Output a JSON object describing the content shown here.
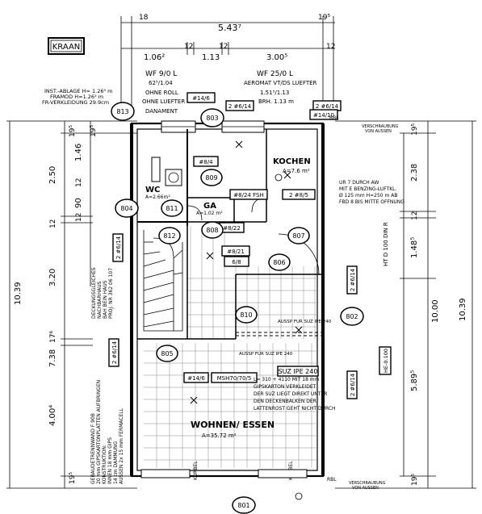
{
  "title_box": "KRAAN",
  "dims_top": {
    "row1": [
      "18",
      "5.43⁷",
      "19⁵"
    ],
    "row2": [
      "1.06²",
      "12",
      "1.13",
      "12",
      "3.00⁵",
      "12"
    ]
  },
  "left_dims": {
    "outer": "10.39",
    "inner_a": [
      "19⁵",
      "2.50",
      "12",
      "3.20",
      "17⁶",
      "7.38",
      "4.00⁴",
      "19⁵"
    ],
    "inner_b": [
      "19⁵",
      "1.46",
      "12",
      "90",
      "12"
    ]
  },
  "right_dims": {
    "outer": "10.39",
    "inner_a": [
      "19⁵",
      "2.38",
      "12",
      "1.48⁵",
      "10.00",
      "5.89⁵",
      "19⁵"
    ]
  },
  "notes_left": [
    "INST.-ABLAGE H= 1.26⁵ m",
    "FRAMOD H=1.26⁵ m",
    "FR-VERKLEIDUNG 29.9cm"
  ],
  "wf_left": [
    "WF 9/0 L",
    "62⁵/1.04",
    "OHNE ROLL",
    "OHNE LUEFTER",
    "DANAMENT"
  ],
  "wf_right": [
    "WF 25/0 L",
    "AEROMAT VT/DS LUEFTER",
    "1.51⁵/1.13",
    "BRH. 1.13 m"
  ],
  "tags": [
    "#14/6",
    "2 #6/14",
    "2 #6/14",
    "#14/10",
    "#8/4",
    "#8/24 FSH",
    "2 #8/5",
    "#8/21",
    "6/8",
    "2 #6/14",
    "2 #6/14",
    "2 #6/14",
    "#14/6",
    "MSH70/70/5",
    "#8/22"
  ],
  "room_codes": [
    "813",
    "803",
    "809",
    "811",
    "804",
    "812",
    "808",
    "807",
    "806",
    "810",
    "805",
    "802",
    "801"
  ],
  "rooms": {
    "kochen": {
      "name": "KOCHEN",
      "area": "A=7.6 m²"
    },
    "wc": {
      "name": "WC",
      "area": "A=2.66m²"
    },
    "ga": {
      "name": "GA",
      "area": "A=1.02 m²"
    },
    "wohnen": {
      "name": "WOHNEN/ ESSEN",
      "area": "A=35.72 m²"
    }
  },
  "supports": {
    "suz_top": "SUZ IPE 240",
    "suz_label": "AUSSP FUR SUZ IPE 240",
    "note": [
      "L= 310 + 4110 MIT 18 mm",
      "GIPSKARTON VERKLEIDET",
      "DER SUZ LIEGT DIREKT UNTER",
      "DEN DECKENBALKEN DER",
      "LATTENROST GEHT NICHT DURCH"
    ]
  },
  "side_notes": {
    "left_ceiling": [
      "DECKUNGSGLEICHES",
      "NACHBARHAUS",
      "BAH BEIN HAUS",
      "PROJ. NR 362 06 107"
    ],
    "left_wall": [
      "GEBAUDETRENNWAND F 90B",
      "20 mm GIPSKARTONPLATTEN AUFBRINGEN",
      "KONSTRUKTION:",
      "INNEN 18 mm GIPS",
      "14 cm DAMMUNG",
      "AUSSEN 2x 15 mm FERMACELL"
    ],
    "right_top": [
      "VERSCHRAUBUNG",
      "VON AUSSEN"
    ],
    "right_bottom": [
      "VERSCHRAUBUNG",
      "VON AUSSEN"
    ],
    "right_kochen": [
      "UR 7 DURCH AW",
      "MIT E BENZING-LUFTKL.",
      "Ø 125 mm H=250 m AB",
      "FBD 8 BIS MITTE OFFNUNG"
    ],
    "right_vert": "HT D 100 DIN R",
    "kurbel": "KURBEL",
    "rbl": "RBL",
    "he": "HE-0.100"
  }
}
